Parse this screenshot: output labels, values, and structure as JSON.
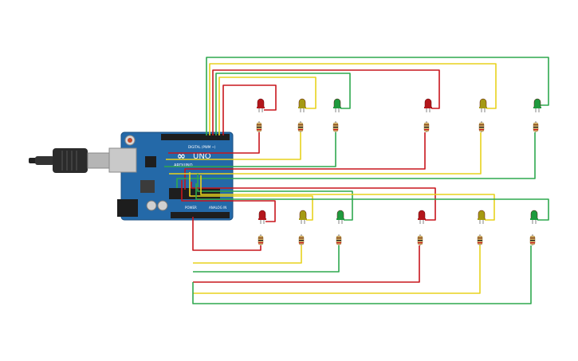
{
  "colors": {
    "red": "#c8161d",
    "yellow": "#e8d21d",
    "green": "#2fa84f",
    "board": "#2469a8",
    "led_red": "#b3161b",
    "led_yellow": "#a59a12",
    "led_green": "#1f9a3e",
    "resistor_body": "#d7b36a",
    "background": "#ffffff"
  },
  "board": {
    "digital_label": "DIGITAL (PWM ~)",
    "power_label": "POWER",
    "analog_label": "ANALOG IN",
    "logo_text": "UNO",
    "brand_text": "ARDUINO"
  },
  "leds": [
    {
      "color": "red"
    },
    {
      "color": "yellow"
    },
    {
      "color": "green"
    },
    {
      "color": "red"
    },
    {
      "color": "yellow"
    },
    {
      "color": "green"
    },
    {
      "color": "red"
    },
    {
      "color": "yellow"
    },
    {
      "color": "green"
    },
    {
      "color": "red"
    },
    {
      "color": "yellow"
    },
    {
      "color": "green"
    }
  ]
}
